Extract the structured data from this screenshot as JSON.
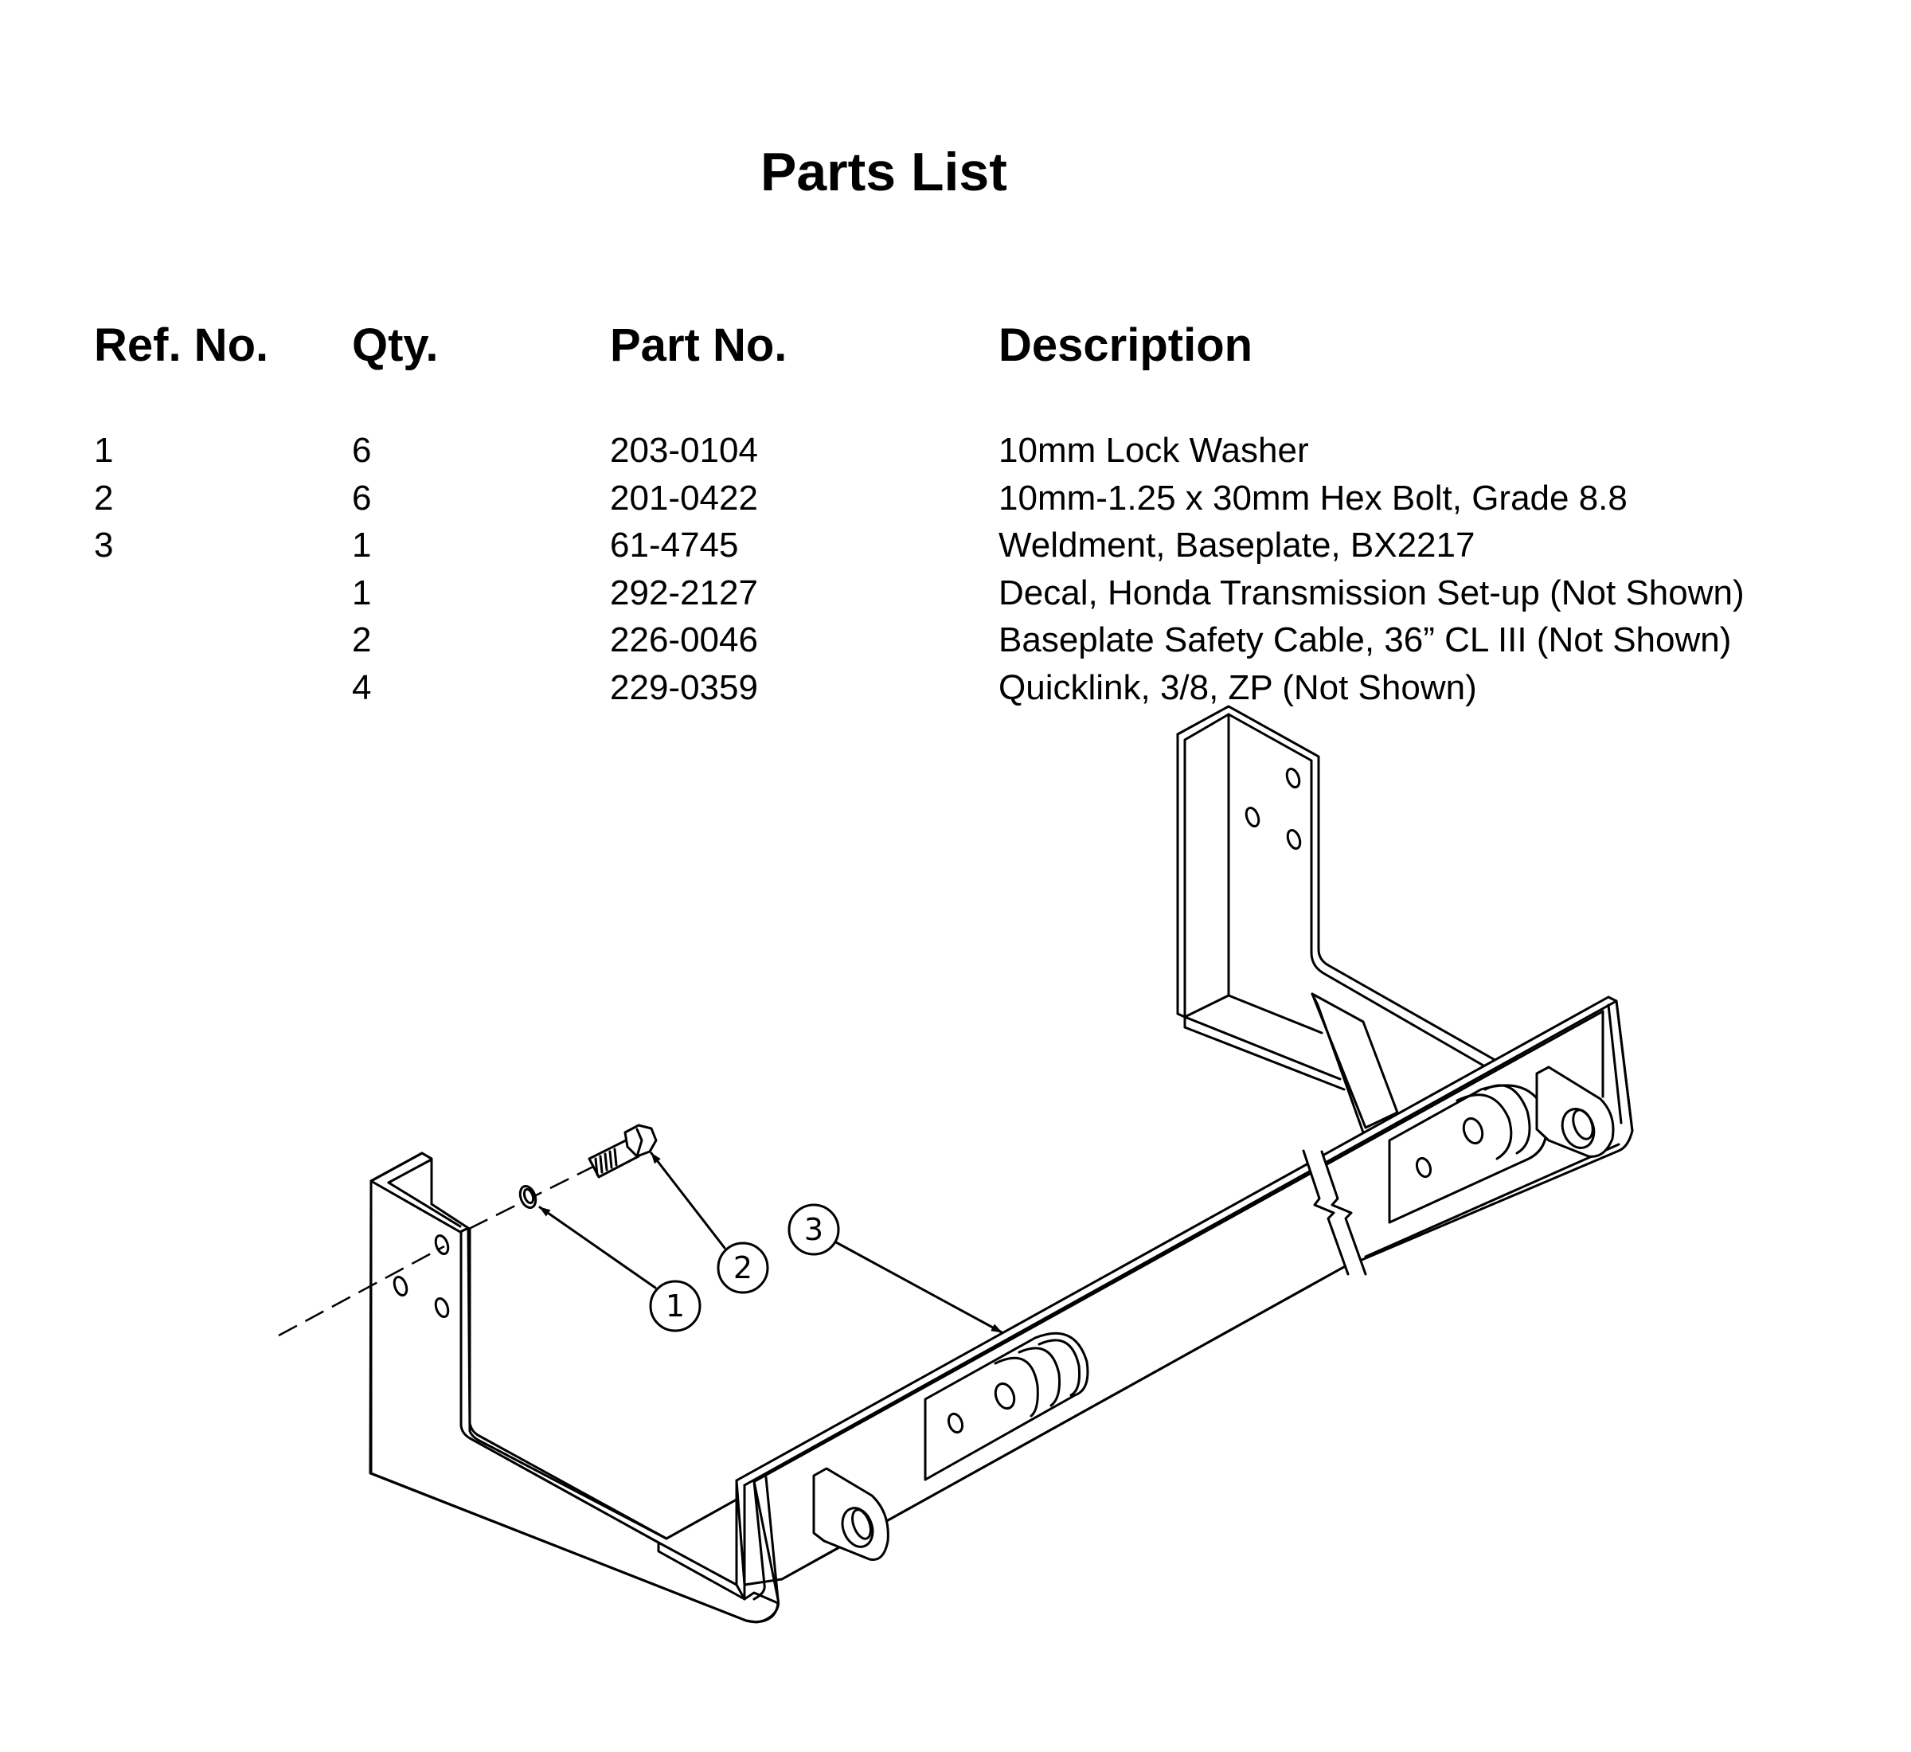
{
  "document": {
    "title": "Parts List"
  },
  "table": {
    "headers": {
      "ref": "Ref. No.",
      "qty": "Qty.",
      "part": "Part No.",
      "description": "Description"
    },
    "rows": [
      {
        "ref": "1",
        "qty": "6",
        "part": "203-0104",
        "description": "10mm Lock Washer"
      },
      {
        "ref": "2",
        "qty": "6",
        "part": "201-0422",
        "description": "10mm-1.25 x 30mm Hex Bolt, Grade 8.8"
      },
      {
        "ref": "3",
        "qty": "1",
        "part": "61-4745",
        "description": "Weldment, Baseplate, BX2217"
      },
      {
        "ref": "",
        "qty": "1",
        "part": "292-2127",
        "description": "Decal, Honda Transmission Set-up (Not Shown)"
      },
      {
        "ref": "",
        "qty": "2",
        "part": "226-0046",
        "description": "Baseplate Safety Cable, 36” CL III (Not Shown)"
      },
      {
        "ref": "",
        "qty": "4",
        "part": "229-0359",
        "description": "Quicklink, 3/8, ZP (Not Shown)"
      }
    ]
  },
  "drawing": {
    "callouts": [
      {
        "label": "1",
        "target": "lock-washer"
      },
      {
        "label": "2",
        "target": "hex-bolt"
      },
      {
        "label": "3",
        "target": "baseplate-weldment"
      }
    ]
  }
}
